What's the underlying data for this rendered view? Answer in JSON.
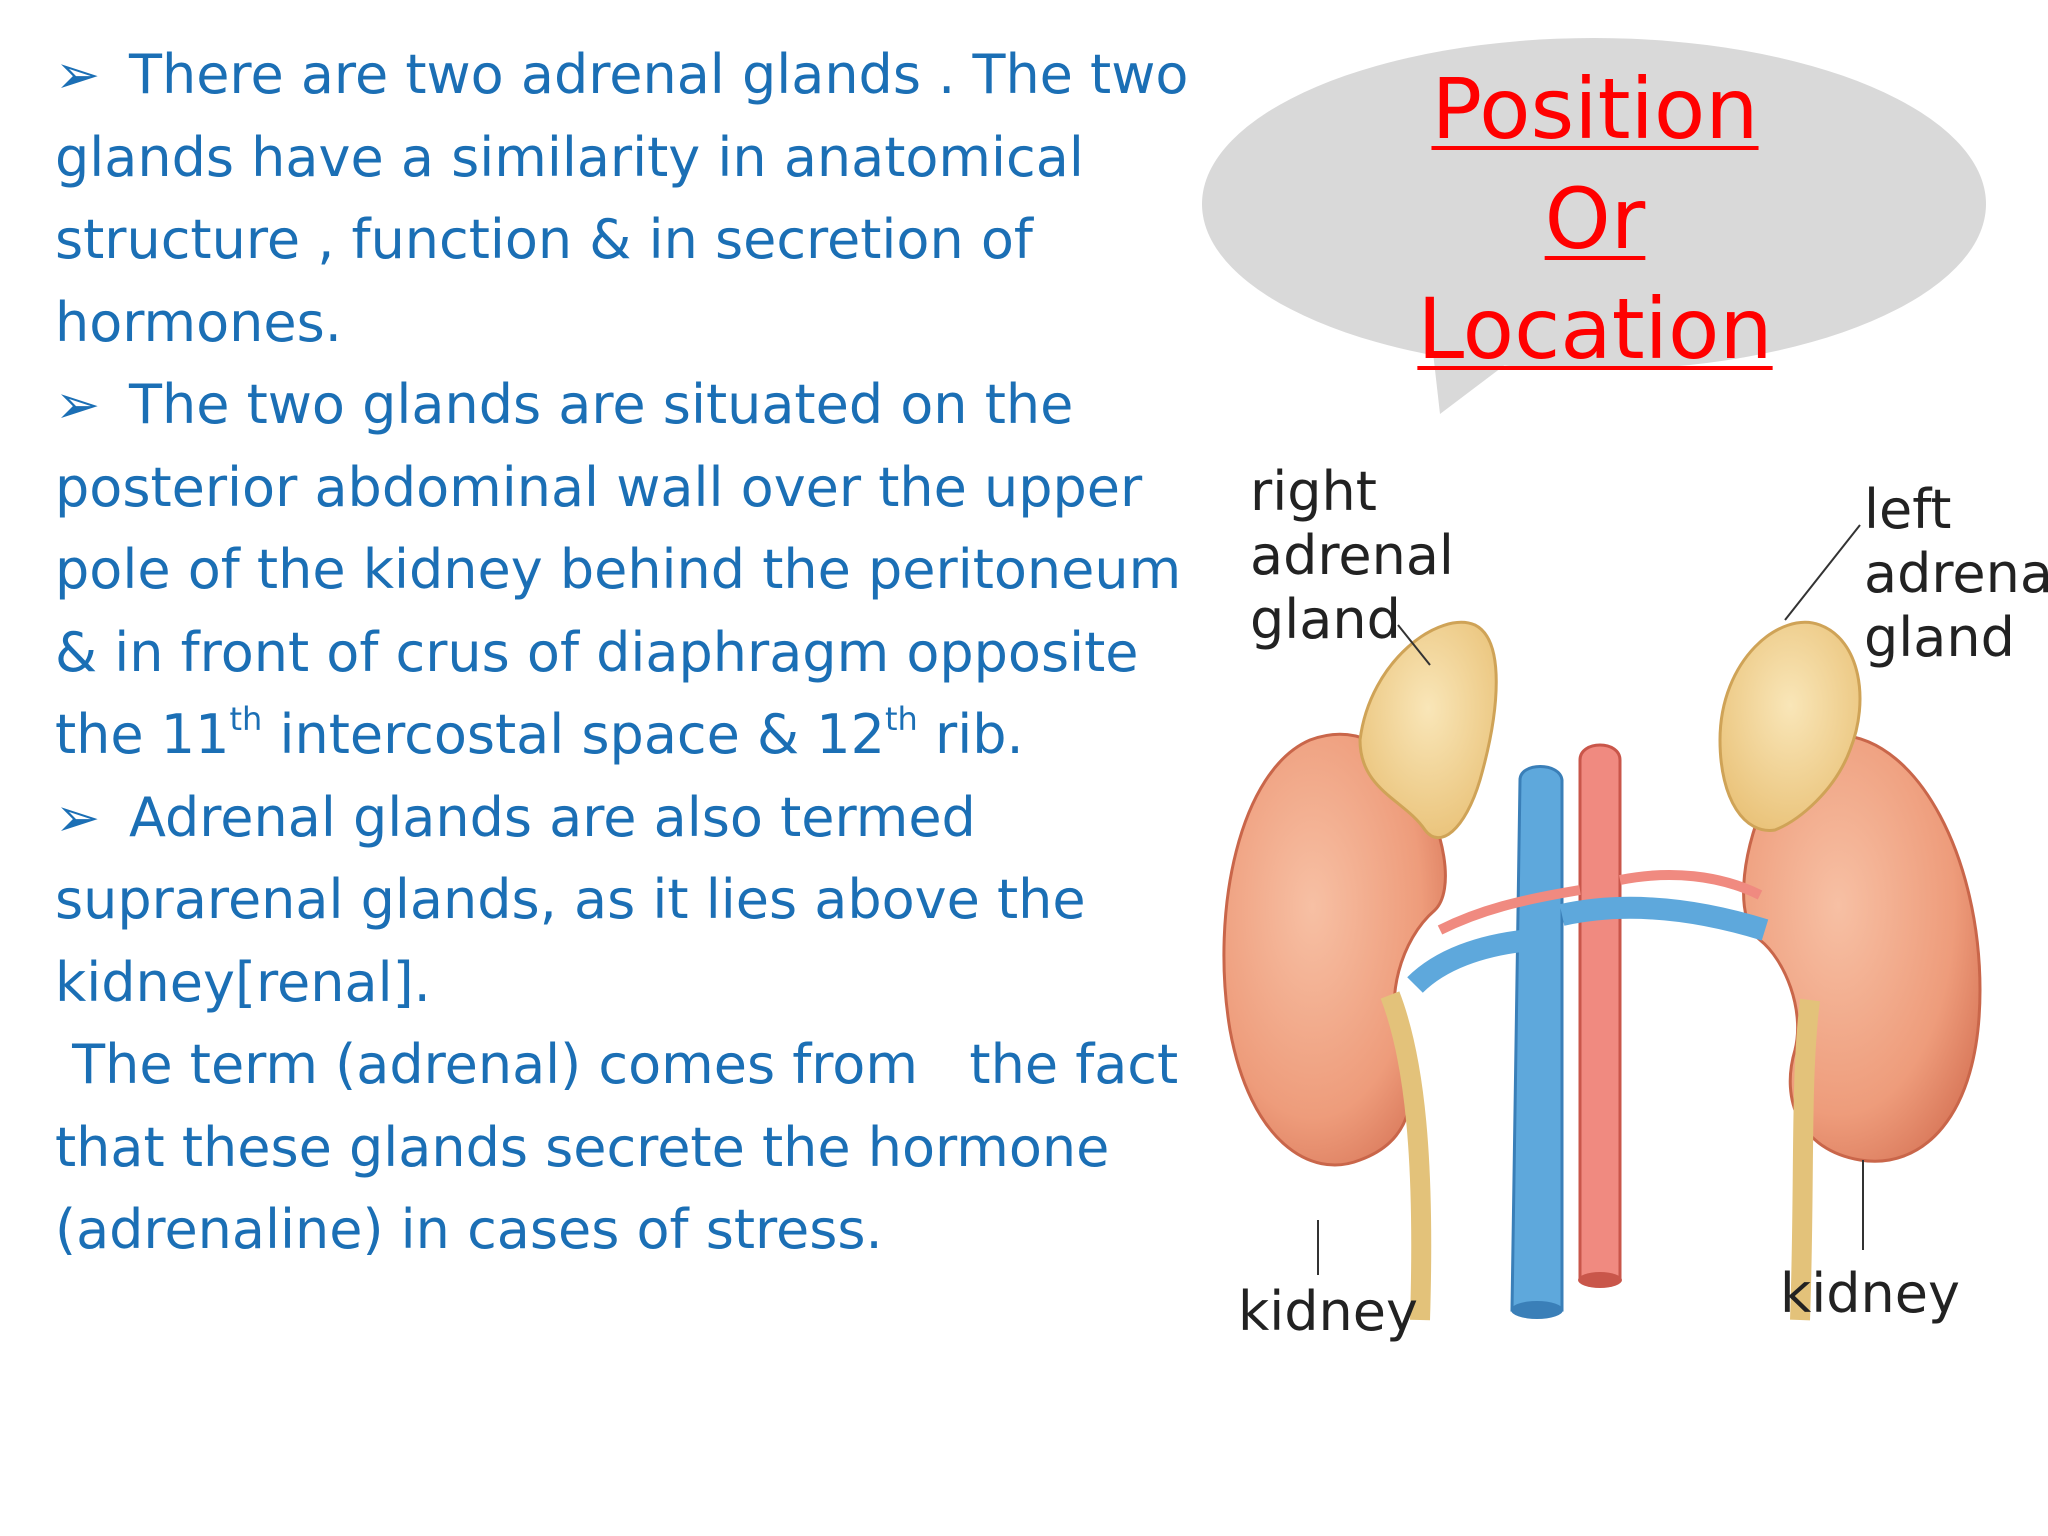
{
  "paragraphs": [
    {
      "bullet": "➢",
      "text": "There are two adrenal glands . The two glands have a similarity in anatomical structure , function  & in secretion of  hormones."
    },
    {
      "bullet": "➢",
      "text_a": "The two glands are situated on the posterior abdominal wall  over the upper pole of the kidney behind the peritoneum & in front of crus of diaphragm opposite the 11",
      "sup_a": "th",
      "text_b": " intercostal space & 12",
      "sup_b": "th",
      "text_c": " rib."
    },
    {
      "bullet": "➢",
      "text": "Adrenal glands are also termed suprarenal glands, as it lies above the kidney[renal]."
    },
    {
      "text": " The term (adrenal) comes from   the fact that these glands secrete the hormone (adrenaline) in cases of stress."
    }
  ],
  "bubble": {
    "line1": "Position",
    "line2": "Or",
    "line3": "Location",
    "fill": "#d9d9d9",
    "text_color": "#ff0000"
  },
  "figure": {
    "label_right_gland_1": "right",
    "label_right_gland_2": "adrenal",
    "label_right_gland_3": "gland",
    "label_left_gland_1": "left",
    "label_left_gland_2": "adrenal",
    "label_left_gland_3": "gland",
    "label_kidney_left": "kidney",
    "label_kidney_right": "kidney"
  },
  "colors": {
    "text": "#1b6fb5",
    "title": "#ff0000",
    "kidney": "#f0a17f",
    "gland": "#f2d18b",
    "vein": "#5ea8dc",
    "artery": "#f08a80"
  }
}
